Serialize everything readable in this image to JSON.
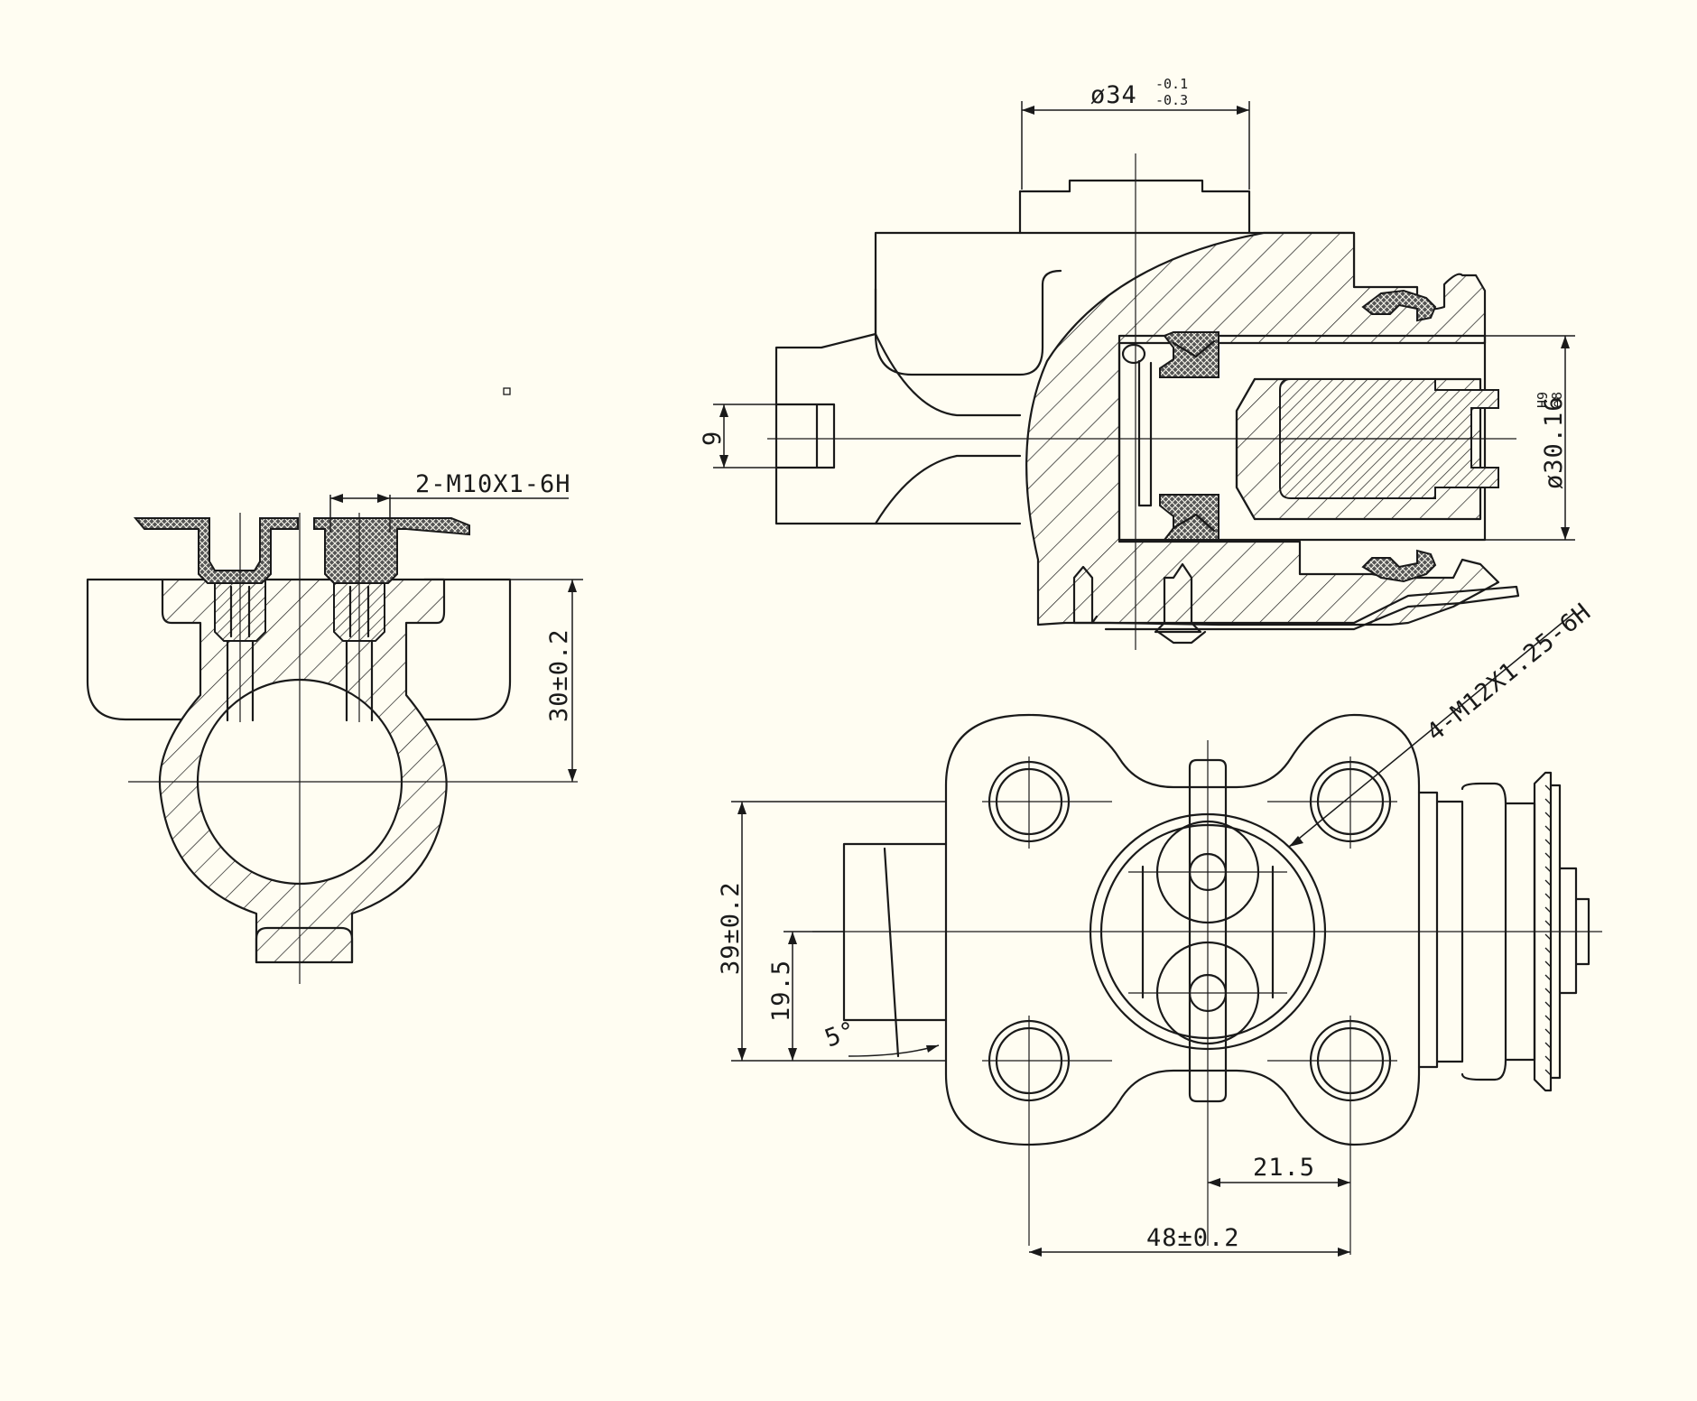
{
  "dimensions": {
    "thread_top": "2-M10X1-6H",
    "height_left": "30±0.2",
    "bore_diameter": "ø34",
    "bore_tol_upper": "-0.1",
    "bore_tol_lower": "-0.3",
    "slot_width": "9",
    "piston_diameter": "ø30.16",
    "piston_tol_upper": "H9",
    "piston_tol_lower": "e8",
    "thread_mount": "4-M12X1.25-6H",
    "height_total": "39±0.2",
    "height_half": "19.5",
    "draft_angle": "5°",
    "offset": "21.5",
    "spacing": "48±0.2"
  },
  "colors": {
    "background": "#fffdf2",
    "line": "#1a1a1a"
  }
}
